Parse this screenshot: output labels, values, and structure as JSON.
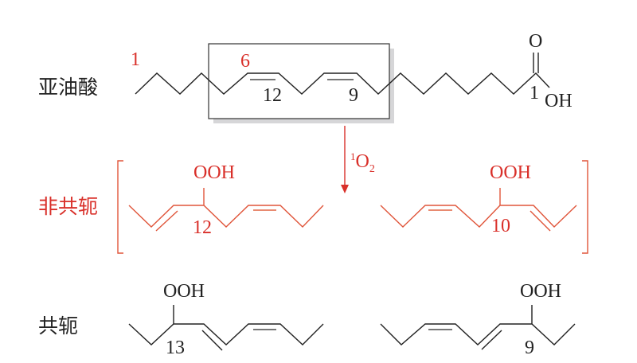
{
  "labels": {
    "linoleic_acid": "亚油酸",
    "non_conjugated": "非共轭",
    "conjugated": "共轭"
  },
  "top": {
    "omega_start": "1",
    "pos_6": "6",
    "pos_12": "12",
    "pos_9": "9",
    "carbonyl_o": "O",
    "pos_1": "1",
    "hydroxyl": "OH"
  },
  "reagent": {
    "sup": "1",
    "main": "O",
    "sub": "2"
  },
  "non_conjugated_left": {
    "group": "OOH",
    "pos": "12"
  },
  "non_conjugated_right": {
    "group": "OOH",
    "pos": "10"
  },
  "conjugated_left": {
    "group": "OOH",
    "pos": "13"
  },
  "conjugated_right": {
    "group": "OOH",
    "pos": "9"
  },
  "colors": {
    "highlight": "#d9302a",
    "default": "#222222"
  }
}
